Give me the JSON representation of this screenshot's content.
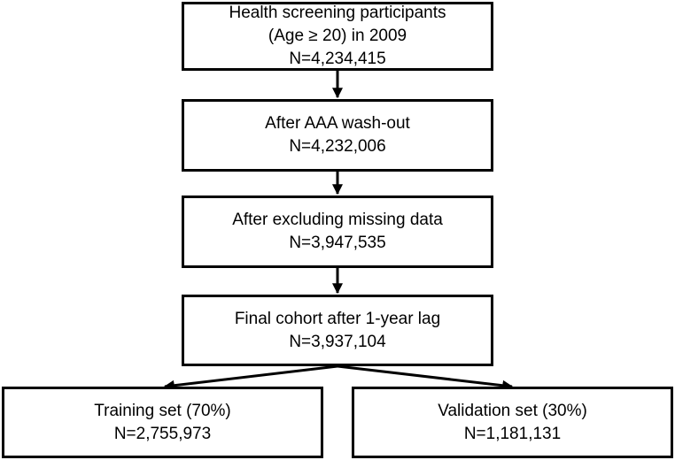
{
  "diagram": {
    "type": "flowchart",
    "line_color": "#000000",
    "box_fill": "#ffffff",
    "nodes": [
      {
        "id": "participants",
        "lines": [
          "Health screening participants",
          "(Age ≥ 20) in 2009",
          "N=4,234,415"
        ]
      },
      {
        "id": "washout",
        "lines": [
          "After AAA wash-out",
          "N=4,232,006"
        ]
      },
      {
        "id": "exclude",
        "lines": [
          "After excluding missing data",
          "N=3,947,535"
        ]
      },
      {
        "id": "final",
        "lines": [
          "Final cohort after 1-year lag",
          "N=3,937,104"
        ]
      },
      {
        "id": "training",
        "lines": [
          "Training set (70%)",
          "N=2,755,973"
        ]
      },
      {
        "id": "validation",
        "lines": [
          "Validation set (30%)",
          "N=1,181,131"
        ]
      }
    ],
    "edges": [
      {
        "from": "participants",
        "to": "washout"
      },
      {
        "from": "washout",
        "to": "exclude"
      },
      {
        "from": "exclude",
        "to": "final"
      },
      {
        "from": "final",
        "to": "training"
      },
      {
        "from": "final",
        "to": "validation"
      }
    ]
  }
}
